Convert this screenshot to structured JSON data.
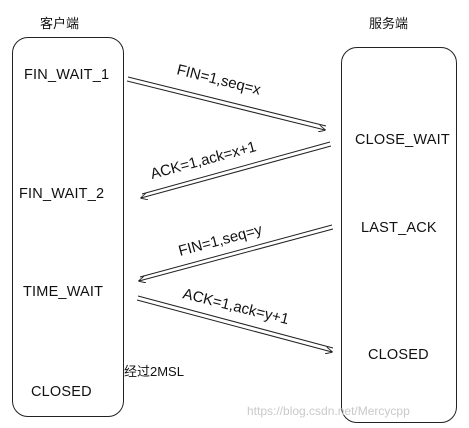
{
  "client": {
    "title": "客户端",
    "states": [
      "FIN_WAIT_1",
      "FIN_WAIT_2",
      "TIME_WAIT",
      "CLOSED"
    ]
  },
  "server": {
    "title": "服务端",
    "states": [
      "CLOSE_WAIT",
      "LAST_ACK",
      "CLOSED"
    ]
  },
  "messages": [
    {
      "label": "FIN=1,seq=x",
      "direction": "client-to-server"
    },
    {
      "label": "ACK=1,ack=x+1",
      "direction": "server-to-client"
    },
    {
      "label": "FIN=1,seq=y",
      "direction": "server-to-client"
    },
    {
      "label": "ACK=1,ack=y+1",
      "direction": "client-to-server"
    }
  ],
  "wait_note": "经过2MSL",
  "watermark": "https://blog.csdn.net/Mercycpp"
}
